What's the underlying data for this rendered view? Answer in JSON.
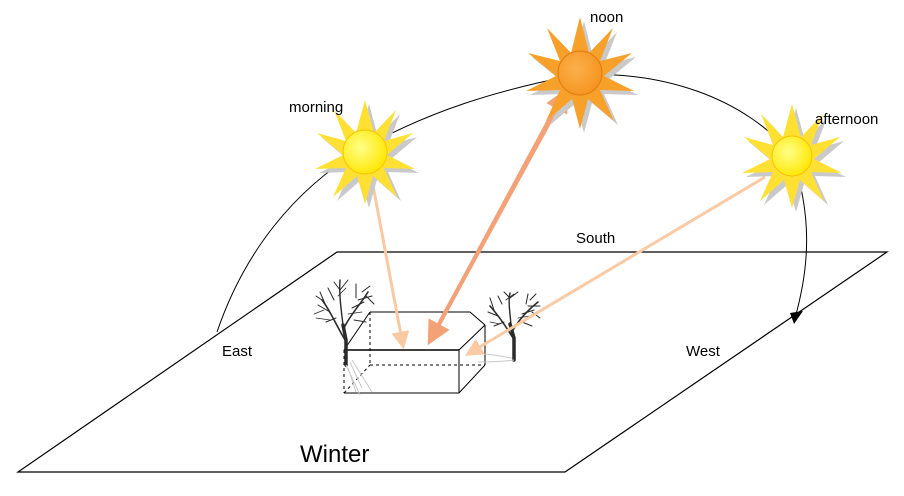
{
  "season_title": "Winter",
  "directions": {
    "south": "South",
    "east": "East",
    "west": "West"
  },
  "suns": {
    "morning": "morning",
    "noon": "noon",
    "afternoon": "afternoon"
  },
  "colors": {
    "sun_yellow": "#ffee33",
    "sun_orange": "#f7a02a",
    "ray_morning": "#f8c9a2",
    "ray_noon": "#f3a278",
    "ray_afternoon": "#f9caa4"
  },
  "icons": [
    "sun-icon",
    "tree-icon",
    "house-outline",
    "arrow-icon"
  ]
}
